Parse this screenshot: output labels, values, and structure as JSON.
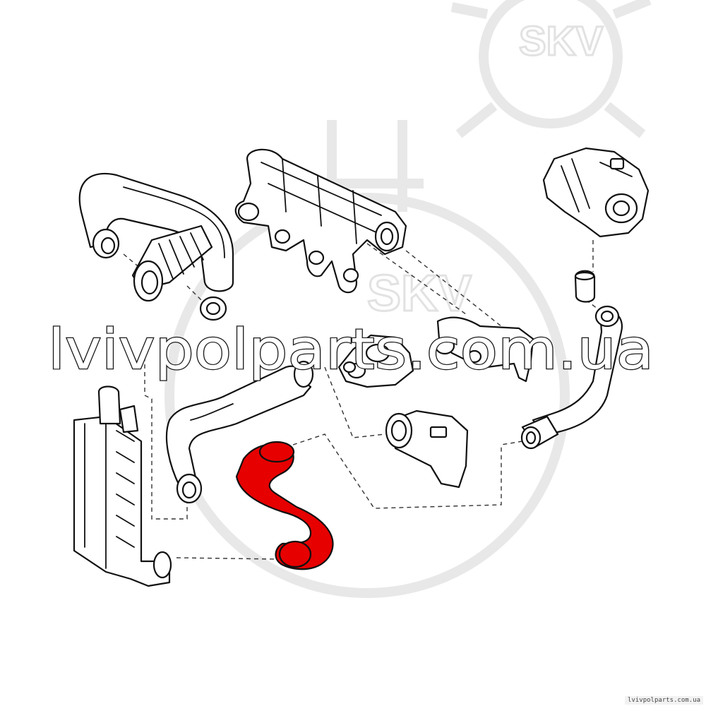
{
  "watermark": {
    "logo_text": "SKV",
    "logo_text_center": "SKV",
    "site_text": "lvivpolparts.com.ua",
    "footer_url": "lvivpolparts.com.ua"
  },
  "colors": {
    "highlight": "#e60000",
    "line": "#111111",
    "watermark": "#e8e8e8"
  },
  "parts": [
    {
      "name": "air-intake-hose-assembly",
      "highlighted": false
    },
    {
      "name": "intake-manifold",
      "highlighted": false
    },
    {
      "name": "throttle-body",
      "highlighted": false
    },
    {
      "name": "sleeve-connector",
      "highlighted": false
    },
    {
      "name": "sealing-ring",
      "highlighted": false
    },
    {
      "name": "egr-valve",
      "highlighted": false
    },
    {
      "name": "egr-pipe",
      "highlighted": false
    },
    {
      "name": "upper-intercooler-hose",
      "highlighted": false
    },
    {
      "name": "lower-intercooler-hose",
      "highlighted": true
    },
    {
      "name": "intercooler",
      "highlighted": false
    },
    {
      "name": "thermostat-housing",
      "highlighted": false
    },
    {
      "name": "right-charge-pipe",
      "highlighted": false
    }
  ]
}
